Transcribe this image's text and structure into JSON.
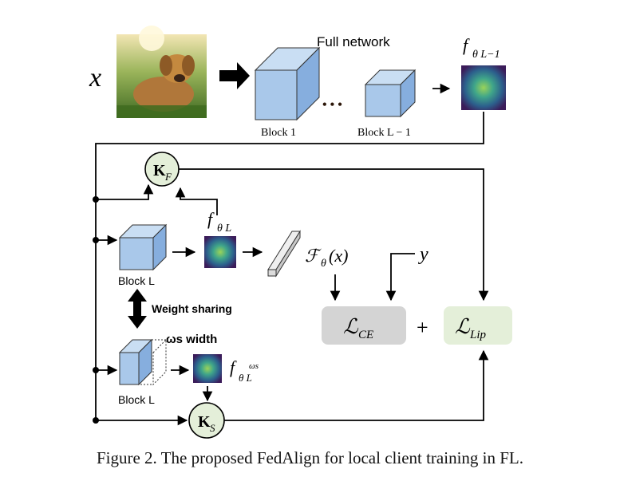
{
  "caption": "Figure 2. The proposed FedAlign for local client training in FL.",
  "labels": {
    "input_x": "x",
    "full_network": "Full network",
    "block1": "Block 1",
    "block_L_minus_1": "Block L − 1",
    "feature_L_minus_1": "f",
    "feature_L_minus_1_sub": "θ L−1",
    "block_L_top": "Block L",
    "block_L_bottom": "Block L",
    "feature_L": "f",
    "feature_L_sub": "θ L",
    "feature_ws": "f",
    "feature_ws_sub": "θ L",
    "feature_ws_sup": "ωs",
    "weight_sharing": "Weight sharing",
    "width_label": "ωs width",
    "F_theta": "ℱ",
    "F_theta_sub": "θ",
    "F_theta_arg": "(x)",
    "y_label": "y",
    "K_F": "K",
    "K_F_sub": "F",
    "K_S": "K",
    "K_S_sub": "S",
    "L_CE": "ℒ",
    "L_CE_sub": "CE",
    "L_Lip": "ℒ",
    "L_Lip_sub": "Lip",
    "plus": "+",
    "dots": "• • •"
  },
  "colors": {
    "block_fill": "#a9c8ea",
    "block_top": "#c9def3",
    "block_side": "#86aede",
    "node_fill": "#e4efd9",
    "loss_ce": "#d4d4d4",
    "loss_lip": "#e4efd9",
    "heat_dark": "#3b1c5a",
    "heat_mid": "#2a7f8e",
    "heat_bright": "#6fc36b"
  },
  "icons": {
    "input_image": "dog-photo",
    "flatten_bar": "feature-vector-bar"
  }
}
